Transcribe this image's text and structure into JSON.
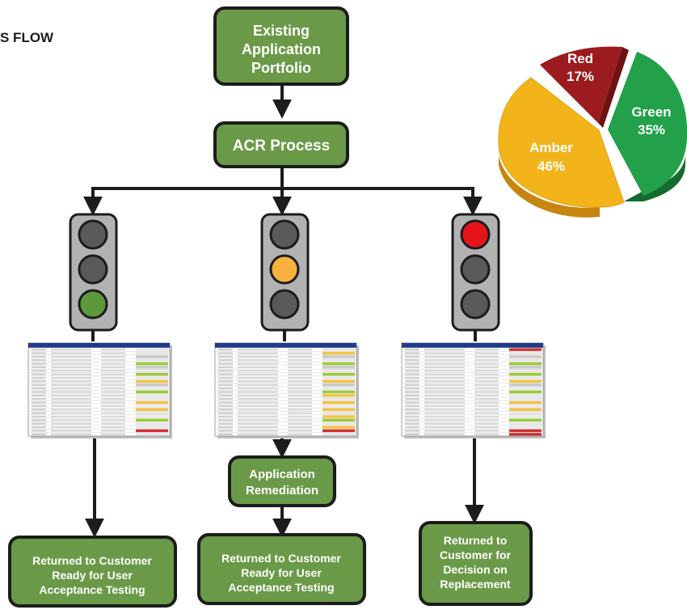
{
  "heading": "S FLOW",
  "top_box": [
    "Existing",
    "Application",
    "Portfolio"
  ],
  "process_box": "ACR Process",
  "remediation_box": [
    "Application",
    "Remediation"
  ],
  "outcomes": {
    "left": [
      "Returned to Customer",
      "Ready for User",
      "Acceptance Testing"
    ],
    "middle": [
      "Returned to Customer",
      "Ready for User",
      "Acceptance Testing"
    ],
    "right": [
      "Returned to",
      "Customer for",
      "Decision on",
      "Replacement"
    ]
  },
  "traffic_lights": {
    "left": "green",
    "middle": "amber",
    "right": "red"
  },
  "colors": {
    "box_fill": "#6a9a48",
    "box_border": "#1c1c1c",
    "light_on_green": "#5a9a3c",
    "light_on_amber": "#f7b13c",
    "light_on_red": "#e5141b",
    "light_off": "#5a5a5a",
    "pie_red": "#9b1b1e",
    "pie_green": "#22a04a",
    "pie_amber": "#f3b41b"
  },
  "pie_labels": {
    "red": {
      "name": "Red",
      "pct": "17%"
    },
    "green": {
      "name": "Green",
      "pct": "35%"
    },
    "amber": {
      "name": "Amber",
      "pct": "46%"
    }
  },
  "chart_data": {
    "type": "pie",
    "categories": [
      "Red",
      "Green",
      "Amber"
    ],
    "values": [
      17,
      35,
      46
    ]
  }
}
